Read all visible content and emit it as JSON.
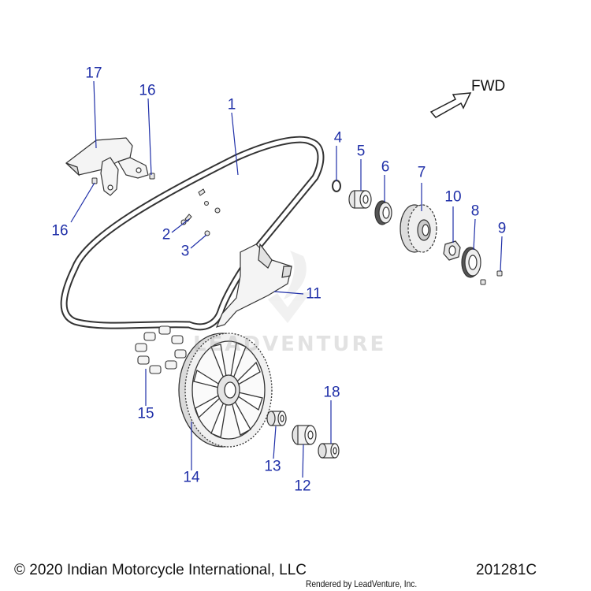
{
  "direction_label": "FWD",
  "watermark_text": "LEADVENTURE",
  "footer": {
    "copyright": "© 2020 Indian Motorcycle International, LLC",
    "diagram_id": "201281C",
    "rendered_by": "Rendered by LeadVenture, Inc."
  },
  "callouts": {
    "c1": "1",
    "c2": "2",
    "c3": "3",
    "c4": "4",
    "c5": "5",
    "c6": "6",
    "c7": "7",
    "c8": "8",
    "c9": "9",
    "c10": "10",
    "c11": "11",
    "c12": "12",
    "c13": "13",
    "c14": "14",
    "c15": "15",
    "c16a": "16",
    "c16b": "16",
    "c17": "17",
    "c18": "18"
  },
  "colors": {
    "callout": "#1f2fa8",
    "line": "#1f2fa8",
    "part_stroke": "#333333",
    "part_fill": "#f2f2f2"
  }
}
